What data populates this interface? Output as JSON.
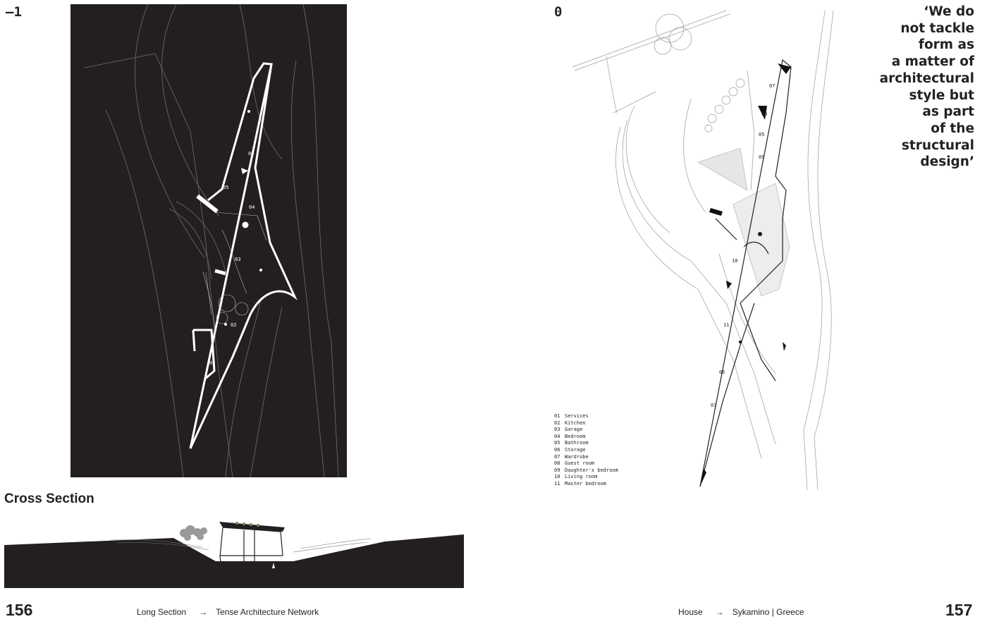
{
  "left_page": {
    "level_label": "–1",
    "plan_labels": [
      "06",
      "05",
      "04",
      "03",
      "02",
      "01"
    ],
    "section_heading": "Cross Section",
    "page_number": "156",
    "footer": {
      "left": "Long Section",
      "arrow": "→",
      "right": "Tense Architecture Network"
    }
  },
  "right_page": {
    "level_label": "0",
    "quote_lines": [
      "‘We do",
      "not tackle",
      "form as",
      "a matter of",
      "architectural",
      "style but",
      "as part",
      "of the",
      "structural",
      "design’"
    ],
    "plan_labels": [
      "07",
      "08",
      "05",
      "09",
      "10",
      "11",
      "05",
      "07"
    ],
    "legend": [
      {
        "num": "01",
        "label": "Services"
      },
      {
        "num": "02",
        "label": "Kitchen"
      },
      {
        "num": "03",
        "label": "Garage"
      },
      {
        "num": "04",
        "label": "Bedroom"
      },
      {
        "num": "05",
        "label": "Bathroom"
      },
      {
        "num": "06",
        "label": "Storage"
      },
      {
        "num": "07",
        "label": "Wardrobe"
      },
      {
        "num": "08",
        "label": "Guest room"
      },
      {
        "num": "09",
        "label": "Daughter's bedroom"
      },
      {
        "num": "10",
        "label": "Living room"
      },
      {
        "num": "11",
        "label": "Master bedroom"
      }
    ],
    "page_number": "157",
    "footer": {
      "left": "House",
      "arrow": "→",
      "right": "Sykamino | Greece"
    }
  },
  "colors": {
    "plan_background": "#231f20",
    "ink": "#222222"
  }
}
